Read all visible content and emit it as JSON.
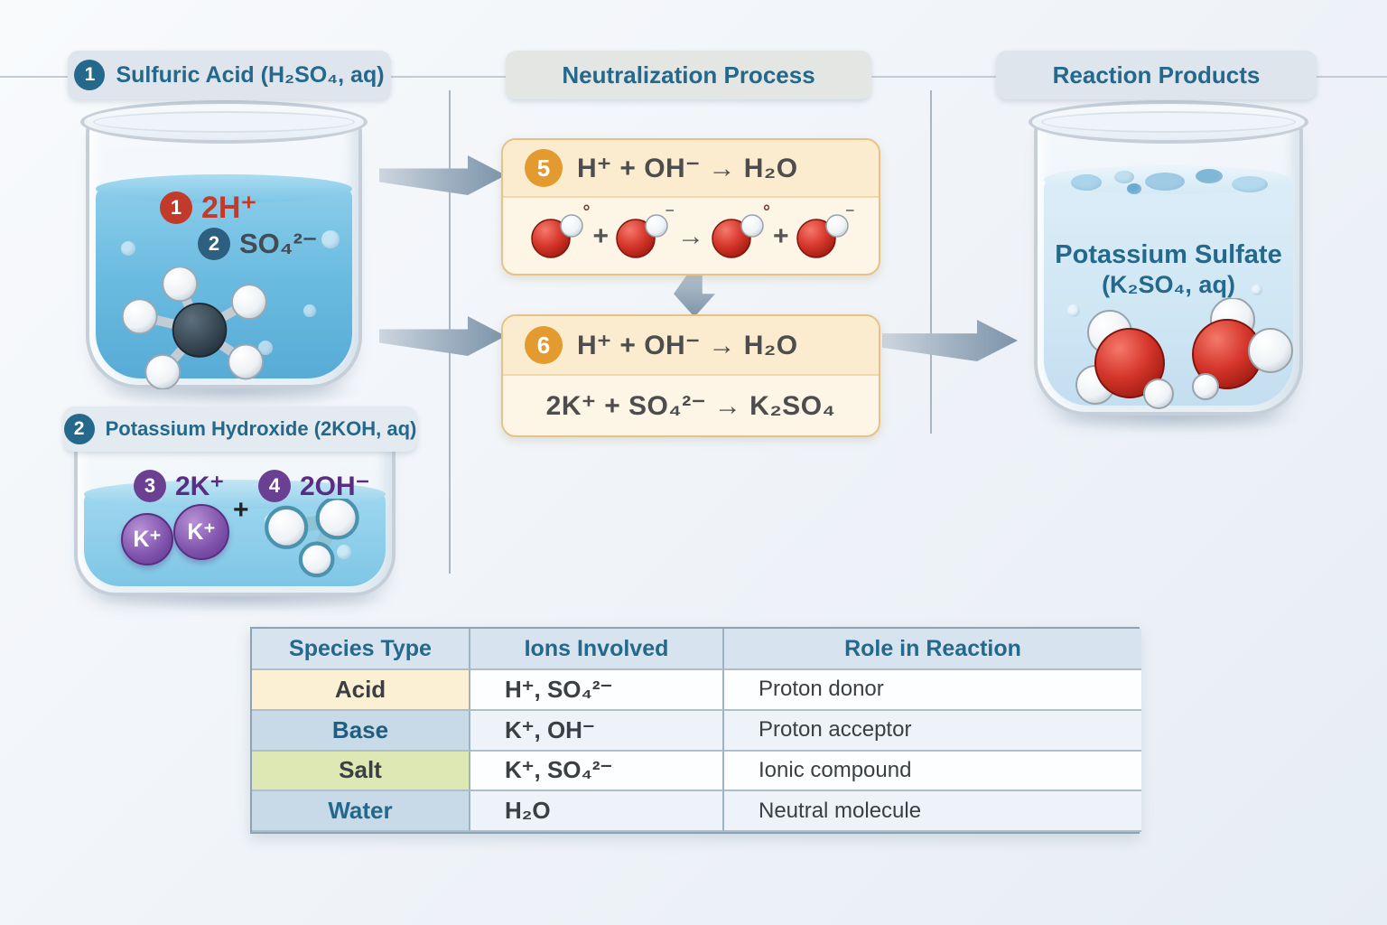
{
  "colors": {
    "accent_teal": "#24688c",
    "accent_orange": "#e39a2e",
    "badge_red": "#c23b2a",
    "badge_blue": "#2c5f80",
    "badge_purple": "#6b3f92",
    "box_cream": "#fdf5e6",
    "table_header_bg": "#d7e3ee",
    "liquid_blue": "#6cbce1"
  },
  "headers": {
    "acid": {
      "badge": "1",
      "label": "Sulfuric Acid (H₂SO₄, aq)"
    },
    "process": {
      "label": "Neutralization Process"
    },
    "products": {
      "label": "Reaction Products"
    }
  },
  "acid_beaker": {
    "ion1_badge": "1",
    "ion1": "2H⁺",
    "ion2_badge": "2",
    "ion2": "SO₄²⁻"
  },
  "base_section": {
    "badge": "2",
    "label": "Potassium Hydroxide (2KOH, aq)",
    "ion1_badge": "3",
    "ion1": "2K⁺",
    "ion2_badge": "4",
    "ion2": "2OH⁻",
    "sphere1": "K⁺",
    "sphere2": "K⁺",
    "sphere_charge": "+"
  },
  "reaction_boxes": {
    "box5": {
      "badge": "5",
      "equation": "H⁺ + OH⁻ → H₂O",
      "op1": "+",
      "op2": "→",
      "op3": "+",
      "charge1": "°",
      "charge2": "⁻",
      "charge3": "°",
      "charge4": "⁻"
    },
    "box6": {
      "badge": "6",
      "equation1": "H⁺ + OH⁻ → H₂O",
      "equation2": "2K⁺ + SO₄²⁻ → K₂SO₄"
    }
  },
  "product_beaker": {
    "title": "Potassium Sulfate",
    "formula": "(K₂SO₄, aq)"
  },
  "table": {
    "headers": [
      "Species Type",
      "Ions Involved",
      "Role in Reaction"
    ],
    "rows": [
      {
        "type": "Acid",
        "ions": "H⁺, SO₄²⁻",
        "role": "Proton donor"
      },
      {
        "type": "Base",
        "ions": "K⁺, OH⁻",
        "role": "Proton acceptor"
      },
      {
        "type": "Salt",
        "ions": "K⁺, SO₄²⁻",
        "role": "Ionic compound"
      },
      {
        "type": "Water",
        "ions": "H₂O",
        "role": "Neutral molecule"
      }
    ]
  }
}
